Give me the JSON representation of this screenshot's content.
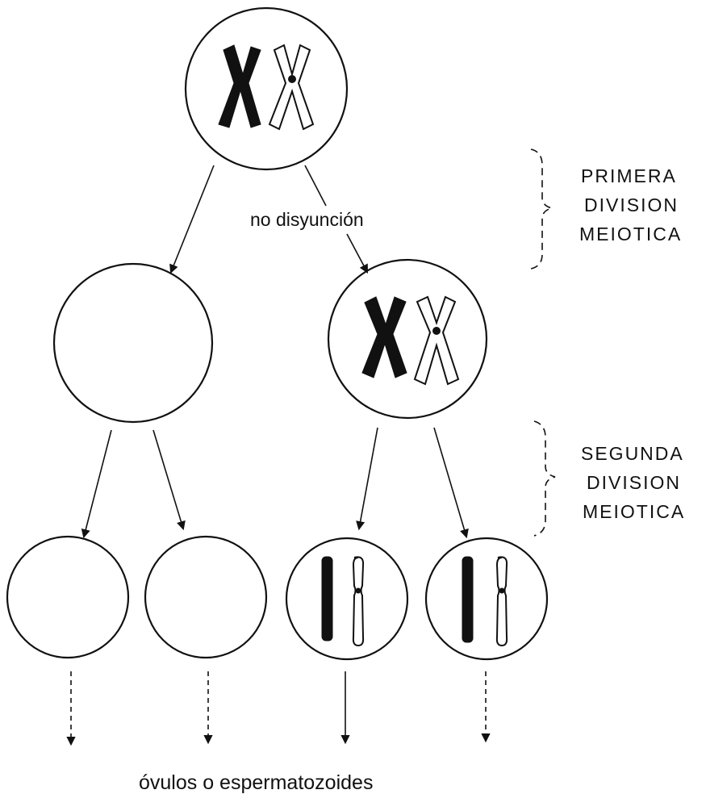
{
  "labels": {
    "no_disjunction": "no disyunción",
    "first_division_line1": "PRIMERA",
    "first_division_line2": "DIVISION",
    "first_division_line3": "MEIOTICA",
    "second_division_line1": "SEGUNDA",
    "second_division_line2": "DIVISION",
    "second_division_line3": "MEIOTICA",
    "gametes": "óvulos o espermatozoides"
  },
  "colors": {
    "line": "#111111",
    "background": "#ffffff"
  }
}
